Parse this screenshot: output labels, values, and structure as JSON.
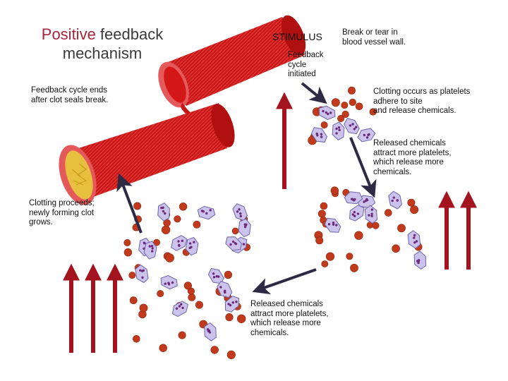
{
  "title": {
    "accent": "Positive",
    "rest": " feedback",
    "line2": "mechanism"
  },
  "labels": {
    "stimulus": "STIMULUS",
    "break_tear": "Break  or  tear  in\nblood vessel wall.",
    "feedback_initiated": "Feedback\ncycle\ninitiated",
    "feedback_ends": "Feedback  cycle  ends\nafter clot seals break.",
    "clotting_occurs": "Clotting occurs as platelets\nadhere to site\nand release chemicals.",
    "released_right": "Released chemicals\nattract more platelets,\nwhich release more\nchemicals.",
    "clotting_proceeds": "Clotting proceeds;\nnewly forming clot\ngrows.",
    "released_bottom": "Released chemicals\nattract more platelets,\nwhich release more\nchemicals."
  },
  "colors": {
    "title_accent": "#a8243a",
    "arrow_dark": "#2e2a44",
    "arrow_red": "#a3141e",
    "vessel": "#c81818",
    "red_blood_cell": "#c23a1c",
    "platelet": "#ccc3ec",
    "clot": "#f2e04a"
  }
}
